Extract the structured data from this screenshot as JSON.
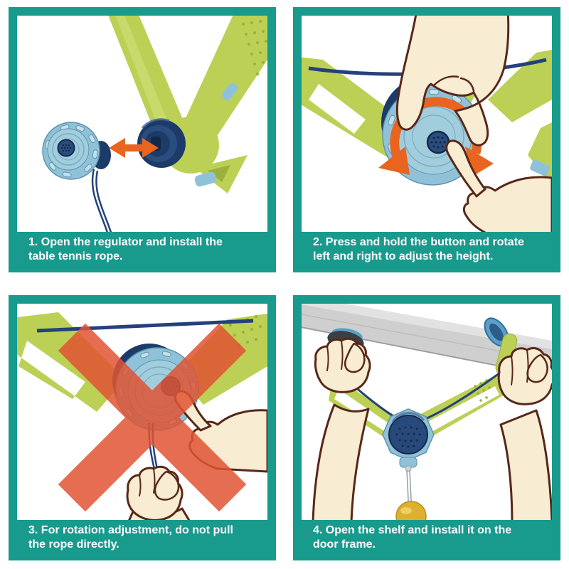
{
  "palette": {
    "frame_teal": "#189a8d",
    "caption_text": "#ffffff",
    "green": "#bcd055",
    "green_dark": "#9ab13c",
    "green_light": "#d4e17f",
    "navy": "#1d3b68",
    "navy_mid": "#2a4d7e",
    "navy_dark": "#14294a",
    "blue_light": "#8fc2d8",
    "blue_face": "#a2cddd",
    "blue_lighter": "#c3e0ea",
    "blue_edge": "#5f93ad",
    "groove_blue": "#78adc5",
    "orange": "#e8641f",
    "cross_red": "#e05434",
    "skin": "#f8ecd2",
    "hand_outline": "#57281a",
    "rope_navy": "#24417c",
    "gray_slab": "#cfcfcf",
    "gray_slab_light": "#e2e2e2",
    "gray_slab_edge": "#9f9f9f",
    "string_gray": "#9aa3ab",
    "ball_yellow": "#ddb12f",
    "cup_dark": "#3a3f42",
    "cup_blue": "#5b9fc9"
  },
  "steps": [
    {
      "number": "1",
      "icon": "install-direction-arrow-icon",
      "lines": [
        "1. Open the regulator and install the",
        "table tennis rope."
      ]
    },
    {
      "number": "2",
      "icon": "rotate-arrow-icon",
      "lines": [
        "2. Press and hold the button and rotate",
        "left and right to adjust the height."
      ]
    },
    {
      "number": "3",
      "icon": "prohibition-cross-icon",
      "lines": [
        "3. For rotation adjustment, do not pull",
        "the rope directly."
      ]
    },
    {
      "number": "4",
      "icon": "",
      "lines": [
        "4. Open the shelf and install it on the",
        "door frame."
      ]
    }
  ]
}
